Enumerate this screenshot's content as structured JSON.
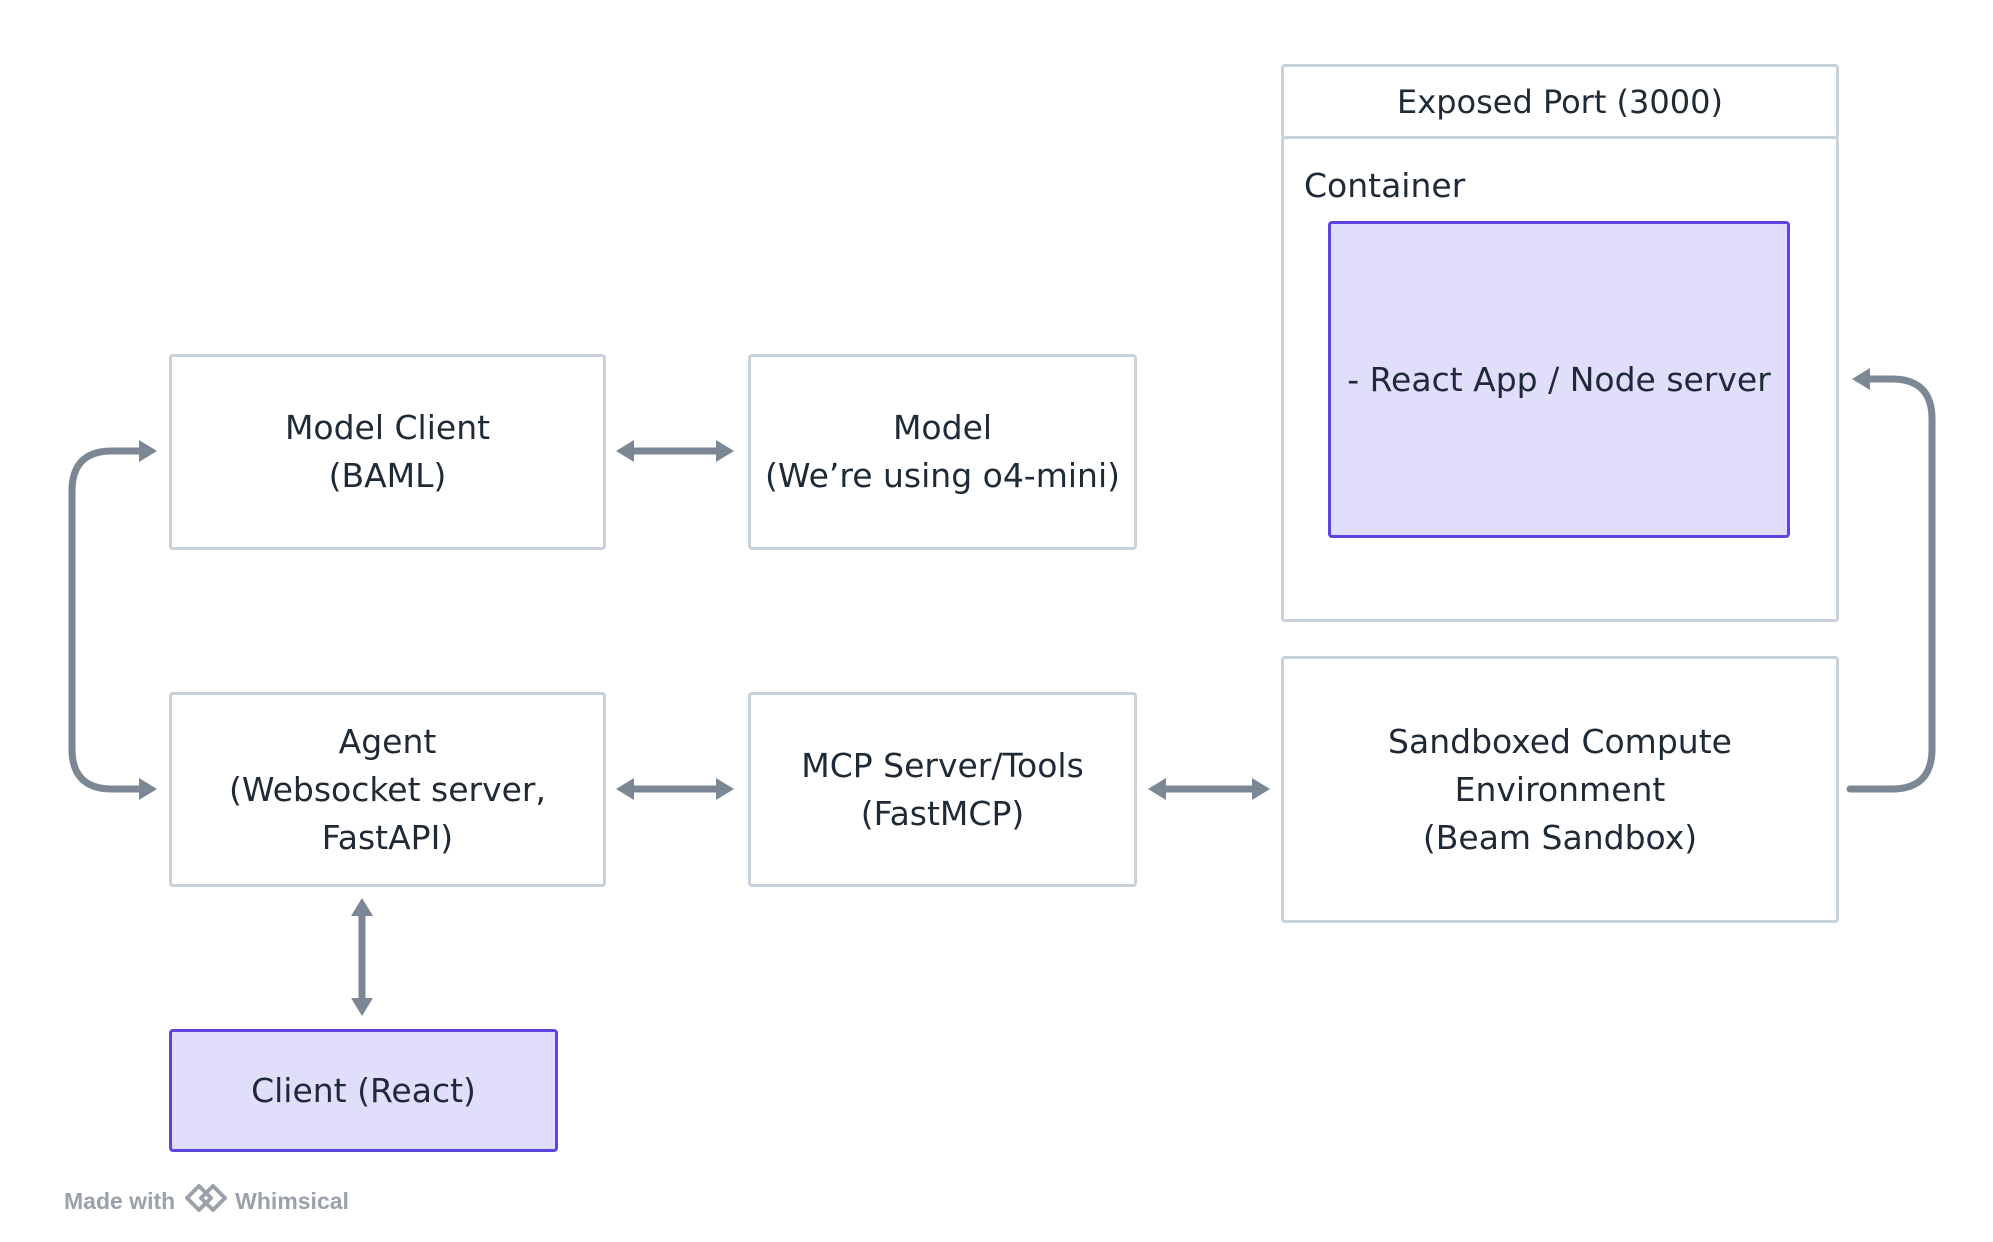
{
  "nodes": {
    "exposed_port": {
      "lines": [
        "Exposed Port (3000)"
      ]
    },
    "container": {
      "label": "Container"
    },
    "react_app": {
      "lines": [
        "- React App / Node server"
      ]
    },
    "model_client": {
      "lines": [
        "Model Client",
        "(BAML)"
      ]
    },
    "model": {
      "lines": [
        "Model",
        "(We’re using o4-mini)"
      ]
    },
    "agent": {
      "lines": [
        "Agent",
        "(Websocket server,",
        "FastAPI)"
      ]
    },
    "mcp_server": {
      "lines": [
        "MCP Server/Tools",
        "(FastMCP)"
      ]
    },
    "sandbox": {
      "lines": [
        "Sandboxed Compute",
        "Environment",
        "(Beam Sandbox)"
      ]
    },
    "client": {
      "lines": [
        "Client (React)"
      ]
    }
  },
  "colors": {
    "box_border": "#c9d1da",
    "accent_border": "#5b46e0",
    "accent_fill": "#e0defa",
    "arrow": "#7b8794",
    "text": "#1f2a37",
    "footer": "#9aa1aa"
  },
  "footer": {
    "made_with": "Made with",
    "brand": "Whimsical"
  }
}
